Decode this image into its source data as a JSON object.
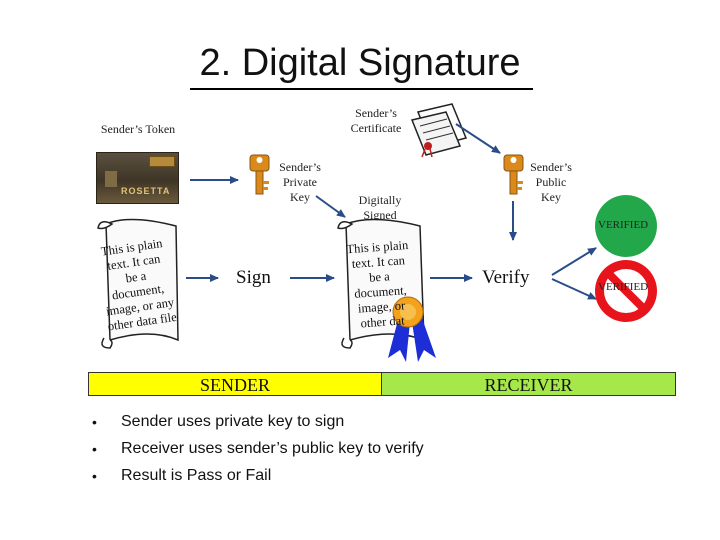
{
  "title": "2. Digital Signature",
  "labels": {
    "senders_token": "Sender’s Token",
    "senders_certificate": "Sender’s Certificate",
    "senders_private_key": "Sender’s Private Key",
    "senders_public_key": "Sender’s Public Key",
    "digitally_signed": "Digitally Signed"
  },
  "token_brand": "ROSETTA",
  "plain_text_lines": [
    "This is plain",
    "text. It can",
    "be a",
    "document,",
    "image, or any",
    "other data file"
  ],
  "signed_text_lines": [
    "This is plain",
    "text. It can",
    "be a",
    "document,",
    "image, or",
    "other dat"
  ],
  "sign_label": "Sign",
  "verify_label": "Verify",
  "verified_label": "VERIFIED",
  "not_verified_label": "VERIFIED",
  "sender_bar": "SENDER",
  "receiver_bar": "RECEIVER",
  "colors": {
    "sender_bar": "#FFFF00",
    "receiver_bar": "#A6E84A",
    "verified_circle": "#22A84A",
    "not_verified_circle": "#E8141C",
    "ribbon": "#1E2ED6",
    "rosette": "#F4A21C",
    "key": "#D98A1A"
  },
  "bullets": [
    "Sender uses private key to sign",
    "Receiver uses sender’s public key to verify",
    "Result is Pass or Fail"
  ]
}
